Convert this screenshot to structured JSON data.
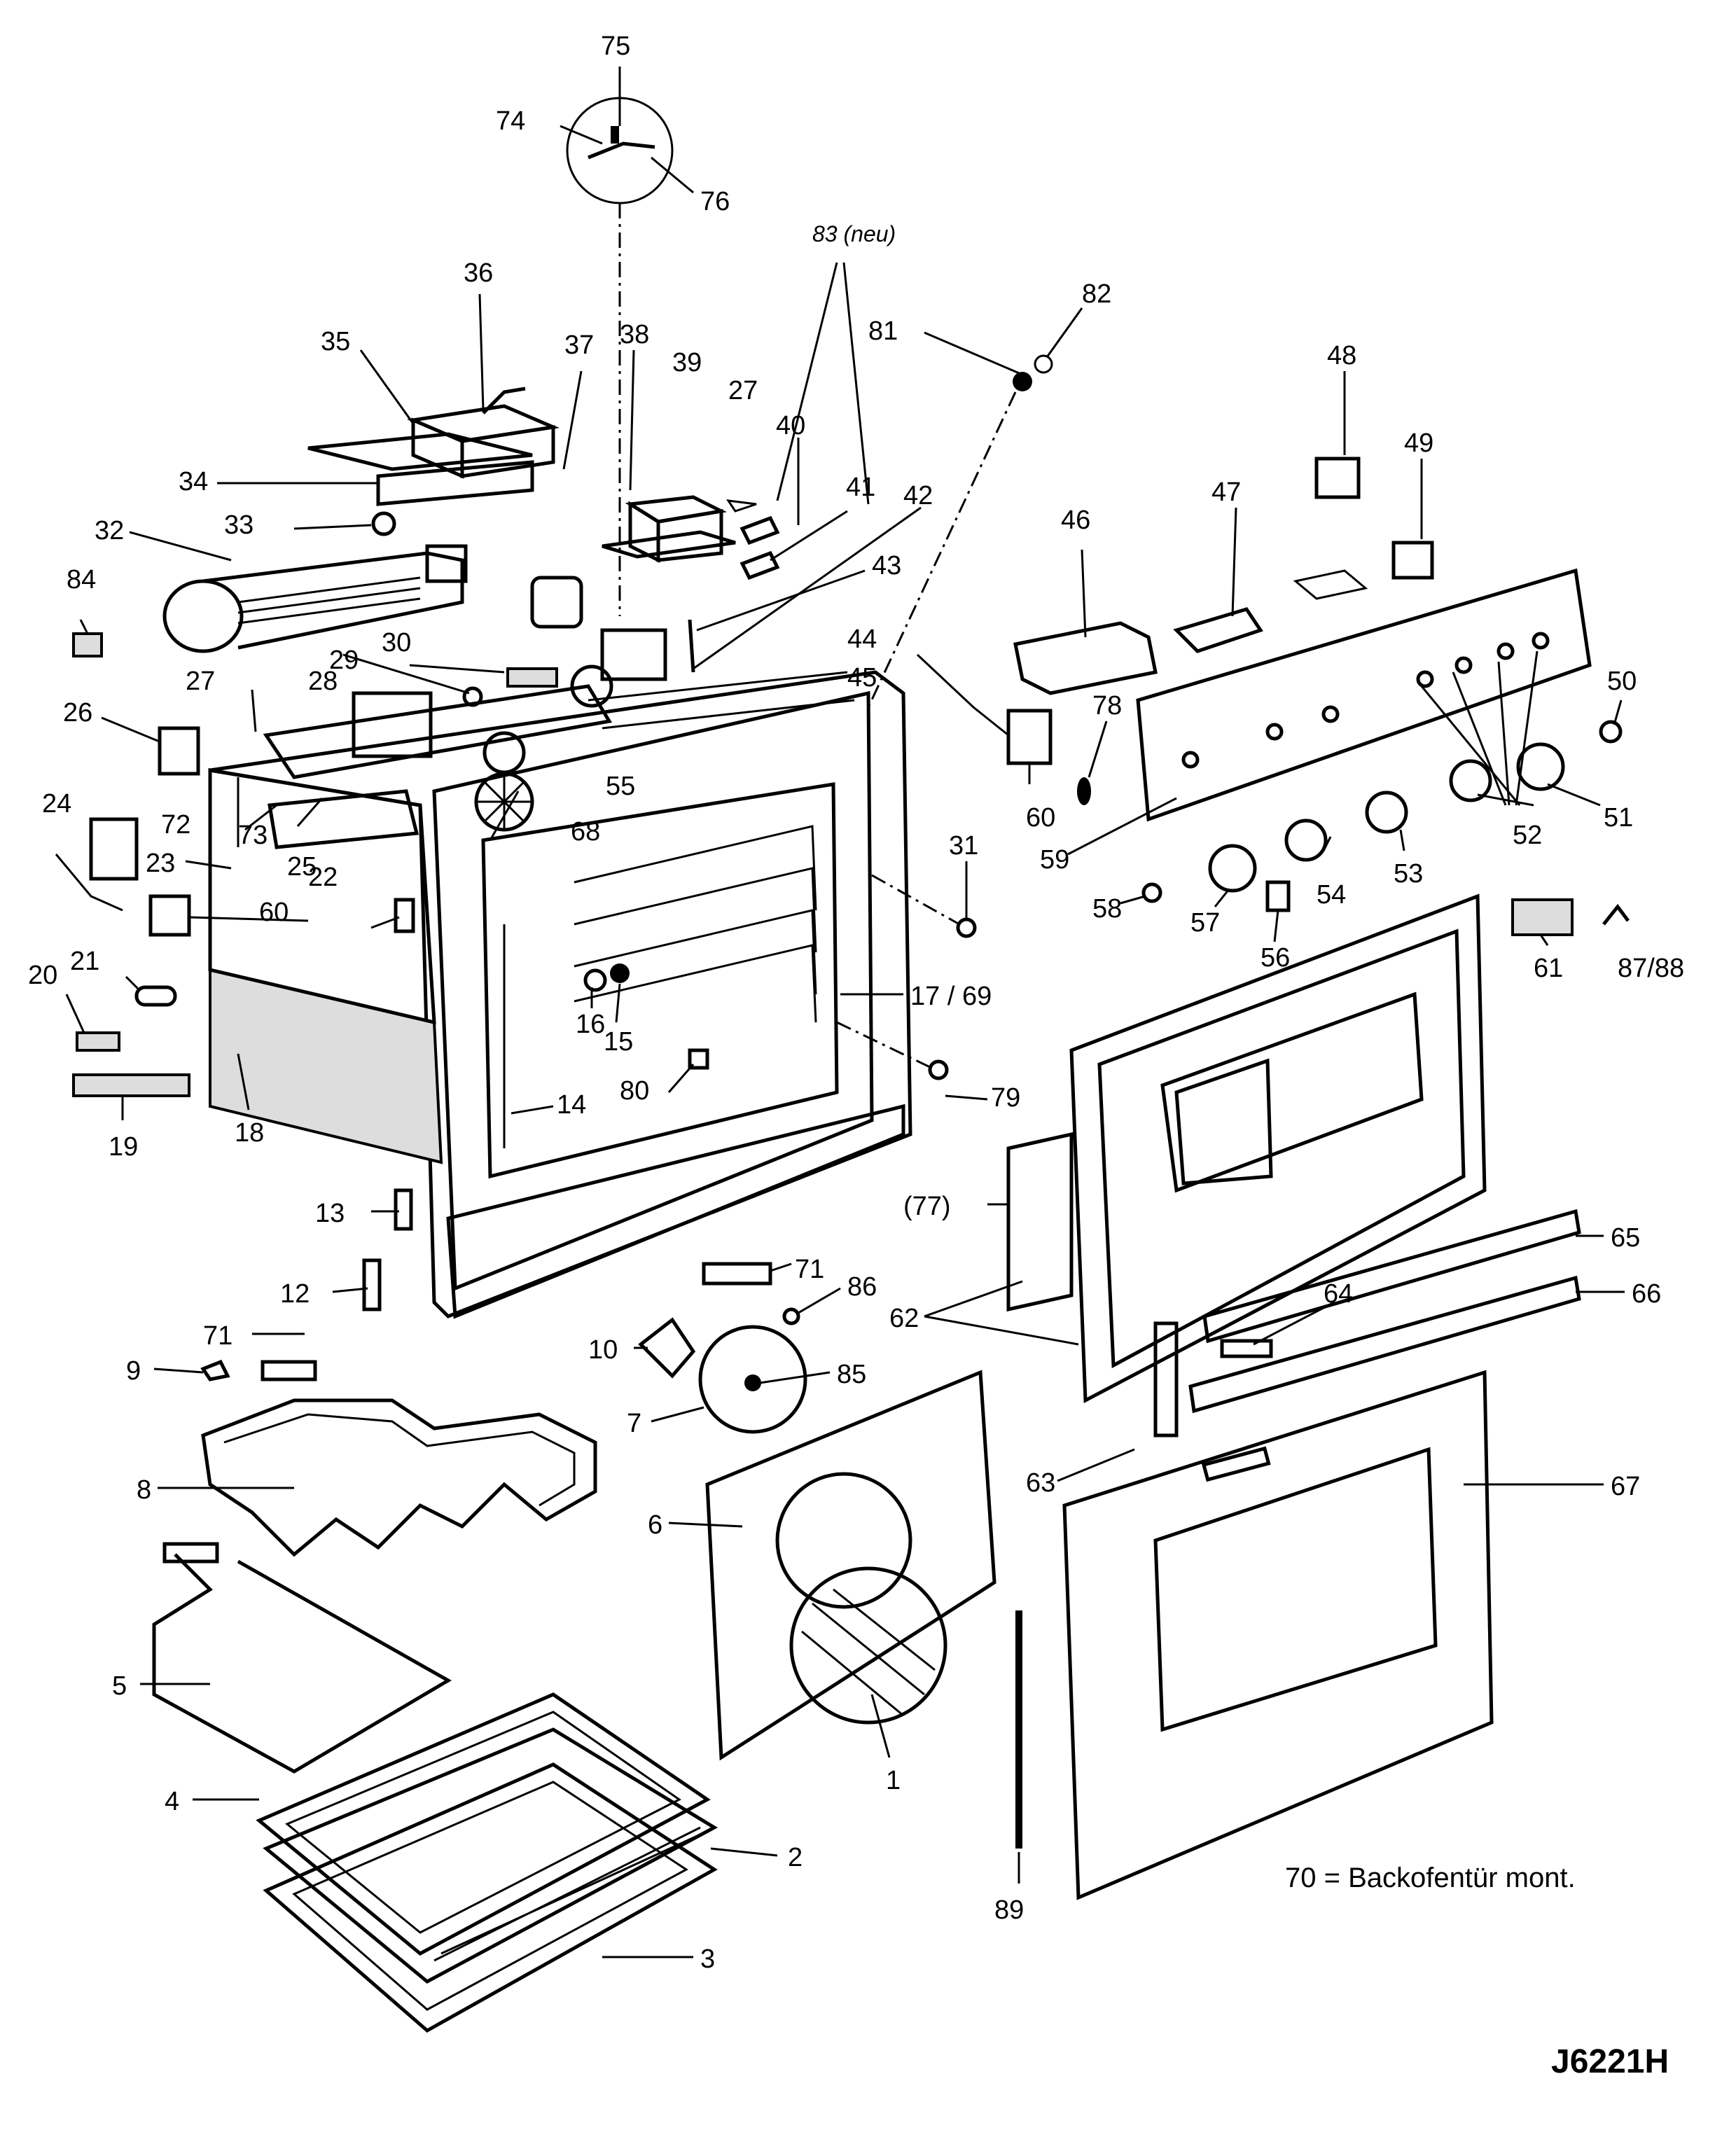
{
  "diagram": {
    "drawing_code": "J6221H",
    "note": "70 = Backofentür mont.",
    "labels": [
      {
        "id": "75",
        "text": "75"
      },
      {
        "id": "74",
        "text": "74"
      },
      {
        "id": "76",
        "text": "76"
      },
      {
        "id": "83",
        "text": "83 (neu)"
      },
      {
        "id": "36",
        "text": "36"
      },
      {
        "id": "35",
        "text": "35"
      },
      {
        "id": "37",
        "text": "37"
      },
      {
        "id": "38",
        "text": "38"
      },
      {
        "id": "39",
        "text": "39"
      },
      {
        "id": "27a",
        "text": "27"
      },
      {
        "id": "40",
        "text": "40"
      },
      {
        "id": "41",
        "text": "41"
      },
      {
        "id": "42",
        "text": "42"
      },
      {
        "id": "43",
        "text": "43"
      },
      {
        "id": "44",
        "text": "44"
      },
      {
        "id": "45",
        "text": "45"
      },
      {
        "id": "81",
        "text": "81"
      },
      {
        "id": "82",
        "text": "82"
      },
      {
        "id": "34",
        "text": "34"
      },
      {
        "id": "33",
        "text": "33"
      },
      {
        "id": "32",
        "text": "32"
      },
      {
        "id": "84",
        "text": "84"
      },
      {
        "id": "27b",
        "text": "27"
      },
      {
        "id": "28",
        "text": "28"
      },
      {
        "id": "29",
        "text": "29"
      },
      {
        "id": "30",
        "text": "30"
      },
      {
        "id": "26",
        "text": "26"
      },
      {
        "id": "24",
        "text": "24"
      },
      {
        "id": "72",
        "text": "72"
      },
      {
        "id": "73",
        "text": "73"
      },
      {
        "id": "25",
        "text": "25"
      },
      {
        "id": "23",
        "text": "23"
      },
      {
        "id": "55",
        "text": "55"
      },
      {
        "id": "68",
        "text": "68"
      },
      {
        "id": "60a",
        "text": "60"
      },
      {
        "id": "22",
        "text": "22"
      },
      {
        "id": "21",
        "text": "21"
      },
      {
        "id": "20",
        "text": "20"
      },
      {
        "id": "19",
        "text": "19"
      },
      {
        "id": "18",
        "text": "18"
      },
      {
        "id": "16",
        "text": "16"
      },
      {
        "id": "15",
        "text": "15"
      },
      {
        "id": "14",
        "text": "14"
      },
      {
        "id": "80",
        "text": "80"
      },
      {
        "id": "79",
        "text": "79"
      },
      {
        "id": "31",
        "text": "31"
      },
      {
        "id": "1769",
        "text": "17 / 69"
      },
      {
        "id": "46",
        "text": "46"
      },
      {
        "id": "47",
        "text": "47"
      },
      {
        "id": "48",
        "text": "48"
      },
      {
        "id": "49",
        "text": "49"
      },
      {
        "id": "50",
        "text": "50"
      },
      {
        "id": "78",
        "text": "78"
      },
      {
        "id": "60b",
        "text": "60"
      },
      {
        "id": "59",
        "text": "59"
      },
      {
        "id": "51",
        "text": "51"
      },
      {
        "id": "52",
        "text": "52"
      },
      {
        "id": "53",
        "text": "53"
      },
      {
        "id": "54",
        "text": "54"
      },
      {
        "id": "58",
        "text": "58"
      },
      {
        "id": "57",
        "text": "57"
      },
      {
        "id": "56",
        "text": "56"
      },
      {
        "id": "61",
        "text": "61"
      },
      {
        "id": "8788",
        "text": "87/88"
      },
      {
        "id": "13",
        "text": "13"
      },
      {
        "id": "12",
        "text": "12"
      },
      {
        "id": "71a",
        "text": "71"
      },
      {
        "id": "71b",
        "text": "71"
      },
      {
        "id": "86",
        "text": "86"
      },
      {
        "id": "10",
        "text": "10"
      },
      {
        "id": "85",
        "text": "85"
      },
      {
        "id": "9",
        "text": "9"
      },
      {
        "id": "7",
        "text": "7"
      },
      {
        "id": "8",
        "text": "8"
      },
      {
        "id": "6",
        "text": "6"
      },
      {
        "id": "77",
        "text": "(77)"
      },
      {
        "id": "62",
        "text": "62"
      },
      {
        "id": "65",
        "text": "65"
      },
      {
        "id": "66",
        "text": "66"
      },
      {
        "id": "64",
        "text": "64"
      },
      {
        "id": "63",
        "text": "63"
      },
      {
        "id": "67",
        "text": "67"
      },
      {
        "id": "5",
        "text": "5"
      },
      {
        "id": "1",
        "text": "1"
      },
      {
        "id": "89",
        "text": "89"
      },
      {
        "id": "4",
        "text": "4"
      },
      {
        "id": "2",
        "text": "2"
      },
      {
        "id": "3",
        "text": "3"
      }
    ]
  }
}
